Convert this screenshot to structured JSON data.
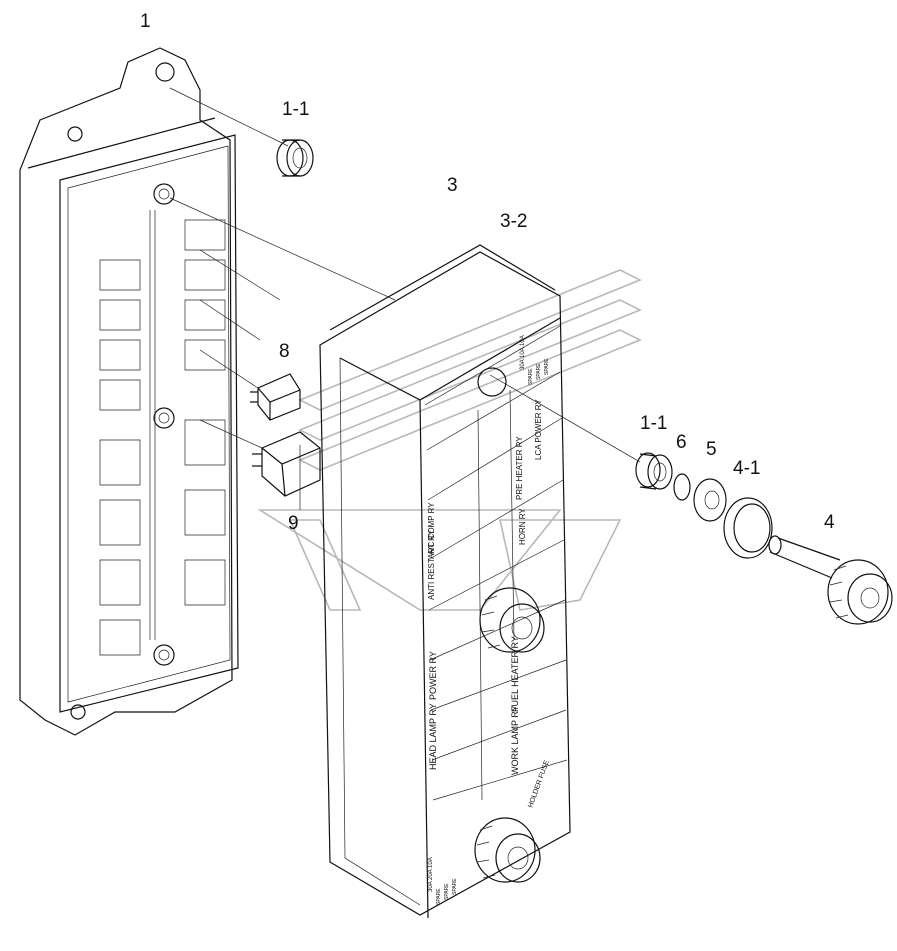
{
  "callouts": {
    "p1": "1",
    "p1_1a": "1-1",
    "p3": "3",
    "p3_2": "3-2",
    "p8": "8",
    "p9": "9",
    "p1_1b": "1-1",
    "p6": "6",
    "p5": "5",
    "p4_1": "4-1",
    "p4": "4"
  },
  "fuse_box": {
    "top_ratings": "30A 10A 10A",
    "top_spares": [
      "SPARE",
      "SPARE",
      "SPARE"
    ],
    "relay_labels": [
      "A/C COMP RY",
      "PRE HEATER RY",
      "LCA POWER RY",
      "HORN RY",
      "ANTI RESTART RY",
      "POWER RY",
      "FUEL HEATER RY",
      "HEAD LAMP RY",
      "WORK LAMP RY"
    ],
    "holder_label": "HOLDER FUSE",
    "bottom_ratings": "30A 20A 10A",
    "bottom_spares": [
      "SPARE",
      "SPARE",
      "SPARE"
    ]
  }
}
